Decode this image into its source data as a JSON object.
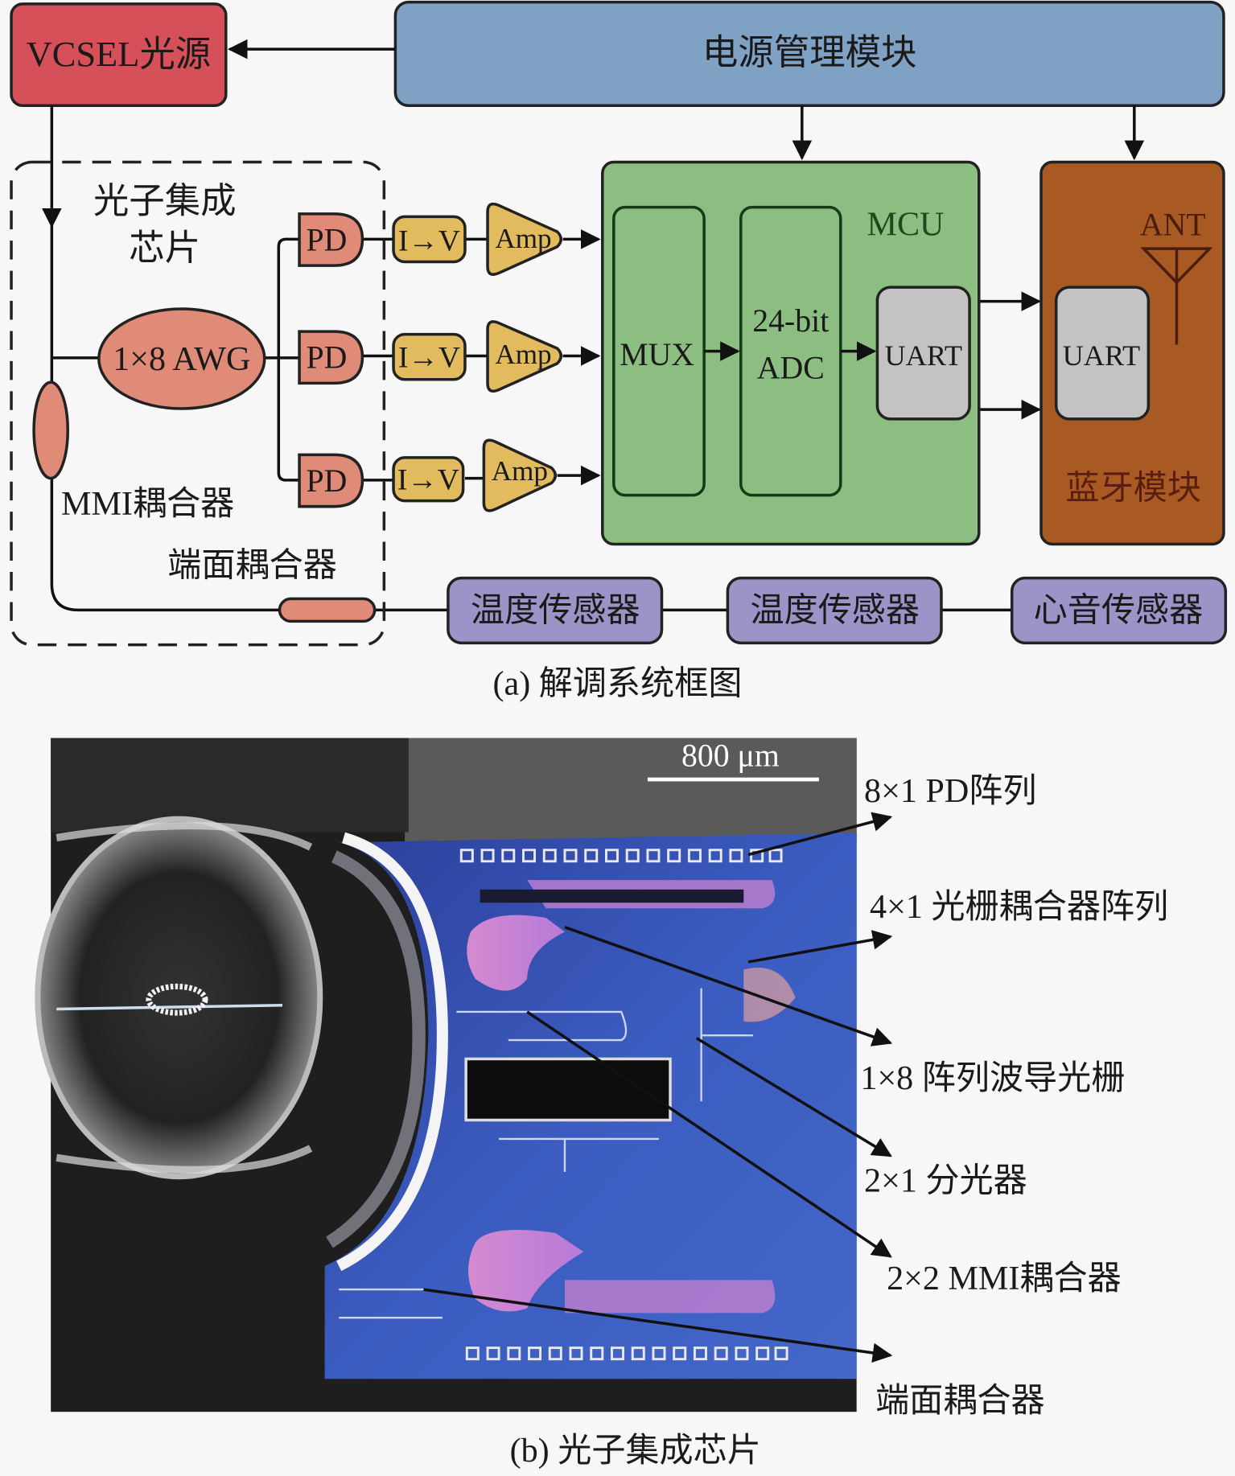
{
  "part_a": {
    "vcsel": "VCSEL光源",
    "power": "电源管理模块",
    "chip_label_1": "光子集成",
    "chip_label_2": "芯片",
    "awg": "1×8 AWG",
    "pd": [
      "PD",
      "PD",
      "PD"
    ],
    "iv": [
      "I→V",
      "I→V",
      "I→V"
    ],
    "amp": [
      "Amp",
      "Amp",
      "Amp"
    ],
    "mmi": "MMI耦合器",
    "end_coupler": "端面耦合器",
    "mcu": "MCU",
    "mux": "MUX",
    "adc_1": "24-bit",
    "adc_2": "ADC",
    "uart_mcu": "UART",
    "uart_bt": "UART",
    "ant": "ANT",
    "bluetooth": "蓝牙模块",
    "sensors": [
      "温度传感器",
      "温度传感器",
      "心音传感器"
    ],
    "caption": "(a) 解调系统框图"
  },
  "part_b": {
    "scale_bar": "800 μm",
    "labels": [
      "8×1 PD阵列",
      "4×1 光栅耦合器阵列",
      "1×8 阵列波导光栅",
      "2×1 分光器",
      "2×2 MMI耦合器",
      "端面耦合器"
    ],
    "caption": "(b) 光子集成芯片"
  },
  "colors": {
    "vcsel": "#d6505a",
    "power": "#7fa2c4",
    "mcu": "#8cbd81",
    "bluetooth": "#a95a22",
    "sensor": "#9d93c6",
    "chip_part": "#e08a78",
    "amp": "#e2bb5e",
    "uart": "#c3c3c3",
    "chip_photo": "#3b5cc0"
  }
}
